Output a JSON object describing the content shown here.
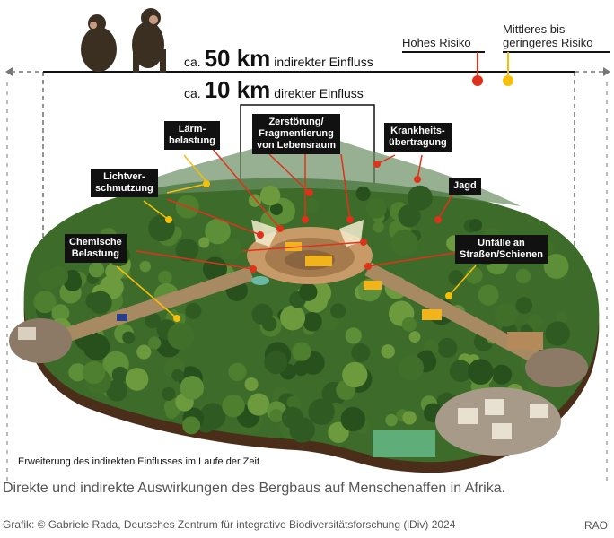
{
  "scale": {
    "indirect": {
      "prefix": "ca.",
      "distance": "50 km",
      "suffix": "indirekter Einfluss"
    },
    "direct": {
      "prefix": "ca.",
      "distance": "10 km",
      "suffix": "direkter Einfluss"
    }
  },
  "legend": {
    "high": {
      "label": "Hohes Risiko",
      "color": "#e0321b"
    },
    "medium": {
      "label": "Mittleres bis\ngeringeres Risiko",
      "color": "#f5bf0a"
    }
  },
  "labels": [
    {
      "id": "noise",
      "text": "Lärm-\nbelastung"
    },
    {
      "id": "habitat",
      "text": "Zerstörung/\nFragmentierung\nvon Lebensraum"
    },
    {
      "id": "disease",
      "text": "Krankheits-\nübertragung"
    },
    {
      "id": "light",
      "text": "Lichtver-\nschmutzung"
    },
    {
      "id": "hunting",
      "text": "Jagd"
    },
    {
      "id": "chemical",
      "text": "Chemische\nBelastung"
    },
    {
      "id": "accidents",
      "text": "Unfälle an\nStraßen/Schienen"
    }
  ],
  "expansion_note": "Erweiterung des indirekten Einflusses im Laufe der Zeit",
  "caption": "Direkte und indirekte Auswirkungen des Bergbaus auf Menschenaffen in Afrika.",
  "credit": "Grafik: © Gabriele Rada, Deutsches Zentrum für integrative Biodiversitätsforschung (iDiv) 2024",
  "agency": "RAO"
}
